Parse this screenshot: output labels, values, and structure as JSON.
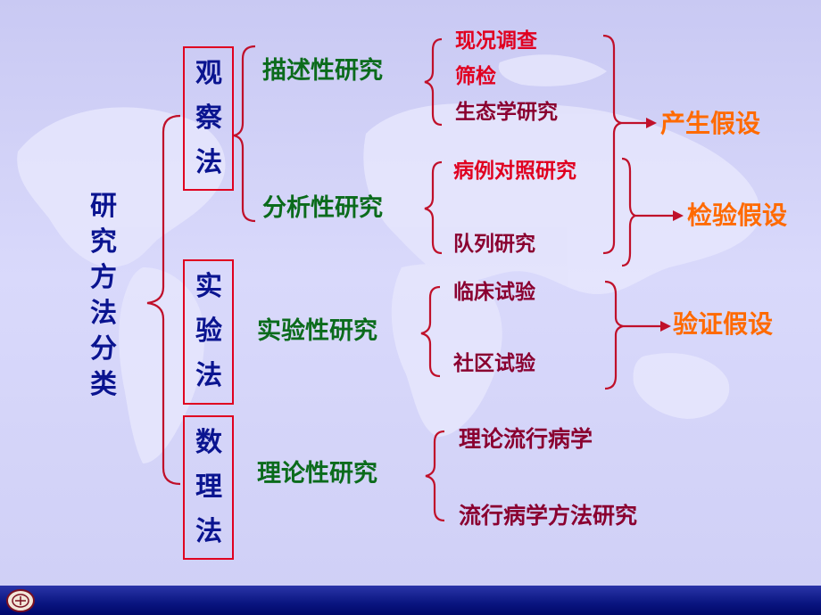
{
  "root": {
    "chars": [
      "研",
      "究",
      "方",
      "法",
      "分",
      "类"
    ]
  },
  "methods": [
    {
      "chars": [
        "观",
        "察",
        "法"
      ]
    },
    {
      "chars": [
        "实",
        "验",
        "法"
      ]
    },
    {
      "chars": [
        "数",
        "理",
        "法"
      ]
    }
  ],
  "studies": {
    "descriptive": "描述性研究",
    "analytic": "分析性研究",
    "experimental": "实验性研究",
    "theoretical": "理论性研究"
  },
  "items": {
    "survey": "现况调查",
    "screening": "筛检",
    "ecological": "生态学研究",
    "case_control": "病例对照研究",
    "cohort": "队列研究",
    "clinical_trial": "临床试验",
    "community_trial": "社区试验",
    "theory_epi": "理论流行病学",
    "epi_methods": "流行病学方法研究"
  },
  "outcomes": {
    "generate": "产生假设",
    "test": "检验假设",
    "verify": "验证假设"
  },
  "colors": {
    "navy": "#0a1490",
    "green": "#0b6b1c",
    "red_item": "#e00020",
    "maroon_item": "#8a0030",
    "orange": "#ff6a00",
    "bracket": "#c0102a"
  }
}
